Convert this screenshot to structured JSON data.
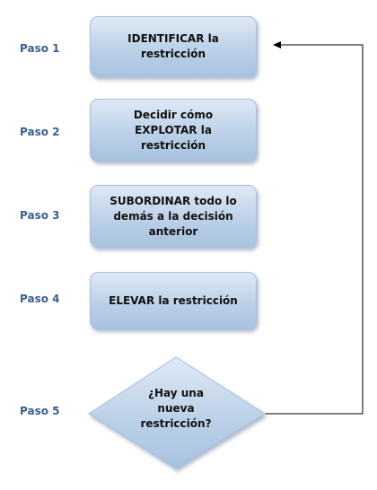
{
  "steps": [
    {
      "label": "Paso 1",
      "text": "IDENTIFICAR la restricción"
    },
    {
      "label": "Paso 2",
      "text": "Decidir cómo EXPLOTAR la restricción"
    },
    {
      "label": "Paso 3",
      "text": "SUBORDINAR todo lo demás a la decisión anterior"
    },
    {
      "label": "Paso 4",
      "text": "ELEVAR la restricción"
    },
    {
      "label": "Paso 5",
      "text": "¿Hay una nueva restricción?"
    }
  ],
  "colors": {
    "label": "#3d5f8e",
    "box_fill": "#bcd1e8",
    "line": "#000000"
  },
  "shapes": {
    "steps_1_to_4": "rounded-rectangle",
    "step_5": "diamond"
  }
}
